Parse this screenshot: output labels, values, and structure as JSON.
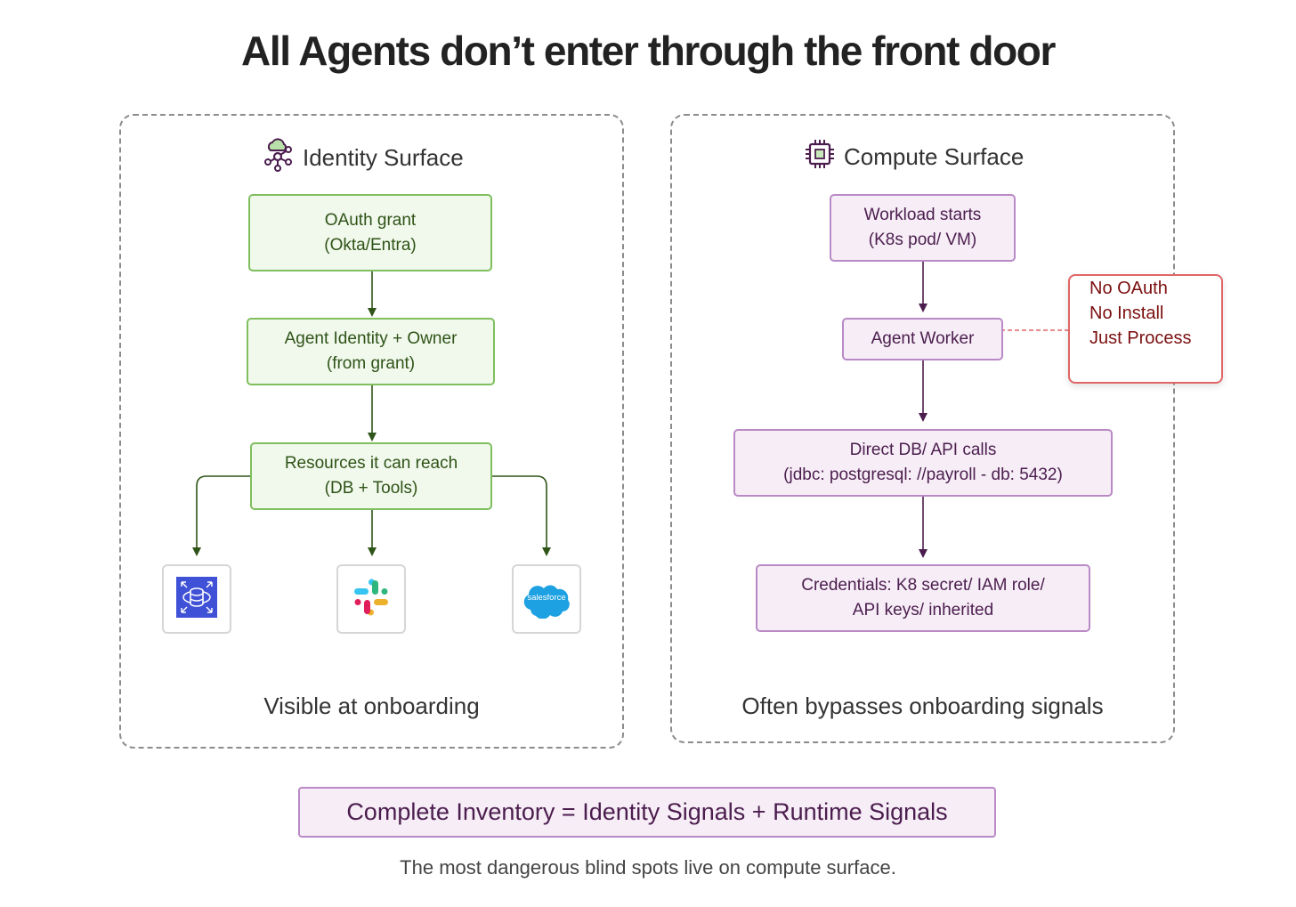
{
  "title": "All Agents don’t enter through the front door",
  "identity": {
    "heading": "Identity Surface",
    "icon": "cloud-network-icon",
    "steps": [
      {
        "line1": "OAuth grant",
        "line2": "(Okta/Entra)"
      },
      {
        "line1": "Agent Identity + Owner",
        "line2": "(from grant)"
      },
      {
        "line1": "Resources it can reach",
        "line2": "(DB + Tools)"
      }
    ],
    "resources": [
      {
        "name": "database",
        "icon": "aws-rds-database-icon"
      },
      {
        "name": "slack",
        "icon": "slack-logo-icon"
      },
      {
        "name": "salesforce",
        "icon": "salesforce-logo-icon",
        "label": "salesforce"
      }
    ],
    "caption": "Visible at onboarding"
  },
  "compute": {
    "heading": "Compute Surface",
    "icon": "cpu-chip-icon",
    "steps": [
      {
        "line1": "Workload starts",
        "line2": "(K8s pod/ VM)"
      },
      {
        "line1": "Agent Worker",
        "line2": ""
      },
      {
        "line1": "Direct DB/ API calls",
        "line2": "(jdbc: postgresql: //payroll - db: 5432)"
      },
      {
        "line1": "Credentials: K8 secret/ IAM role/",
        "line2": "API keys/ inherited"
      }
    ],
    "callout": [
      "No OAuth",
      "No Install",
      "Just Process"
    ],
    "caption": "Often bypasses onboarding signals"
  },
  "formula": "Complete Inventory = Identity Signals + Runtime Signals",
  "footnote": "The most dangerous blind spots live on compute surface.",
  "colors": {
    "green_border": "#7fbf5f",
    "green_fill": "#f1f8ec",
    "green_text": "#2f5418",
    "purple_border": "#b98ac6",
    "purple_fill": "#f6edf6",
    "purple_text": "#4b1d4e",
    "red_border": "#e06666",
    "red_text": "#7b0f0f"
  }
}
